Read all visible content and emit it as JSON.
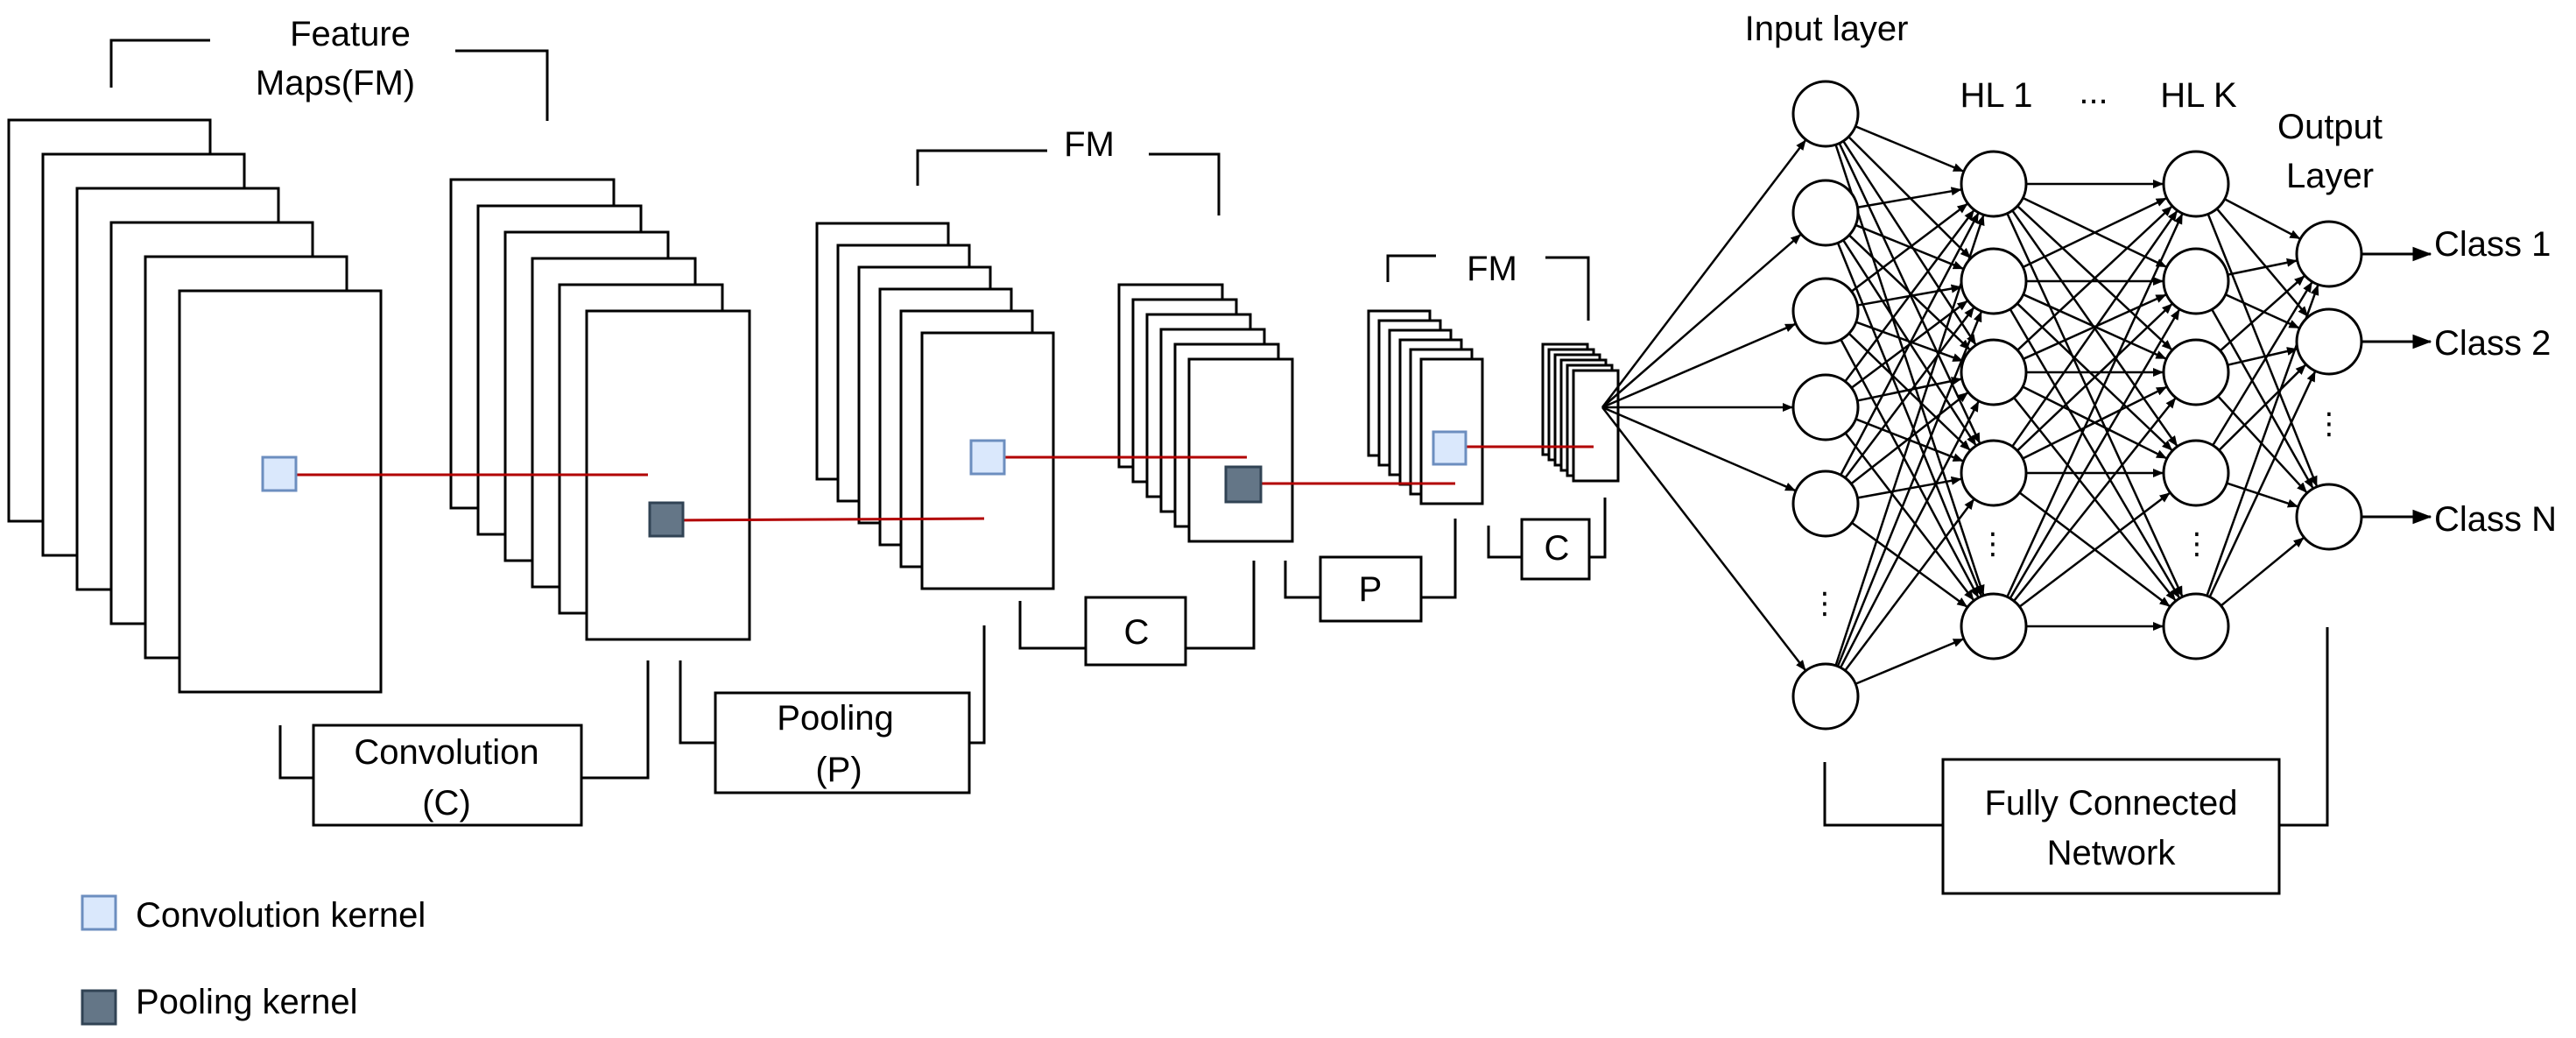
{
  "labels": {
    "feature_maps_line1": "Feature",
    "feature_maps_line2": "Maps(FM)",
    "fm_label_2": "FM",
    "fm_label_3": "FM",
    "convolution_line1": "Convolution",
    "convolution_line2": "(C)",
    "pooling_line1": "Pooling",
    "pooling_line2": "(P)",
    "c_box_1": "C",
    "p_box_1": "P",
    "c_box_2": "C",
    "input_layer": "Input layer",
    "hl1": "HL 1",
    "hl_ellipsis": "...",
    "hlk": "HL K",
    "output_layer_line1": "Output",
    "output_layer_line2": "Layer",
    "class1": "Class 1",
    "class2": "Class 2",
    "classN": "Class N",
    "fully_connected_line1": "Fully Connected",
    "fully_connected_line2": "Network",
    "vertical_ellipsis": "⋮"
  },
  "legend": {
    "conv_kernel": "Convolution kernel",
    "pool_kernel": "Pooling kernel"
  },
  "colors": {
    "conv_kernel_fill": "#dae8fc",
    "conv_kernel_stroke": "#6c8ebf",
    "pool_kernel_fill": "#647687",
    "pool_kernel_stroke": "#314354",
    "connector_line": "#b20000"
  }
}
